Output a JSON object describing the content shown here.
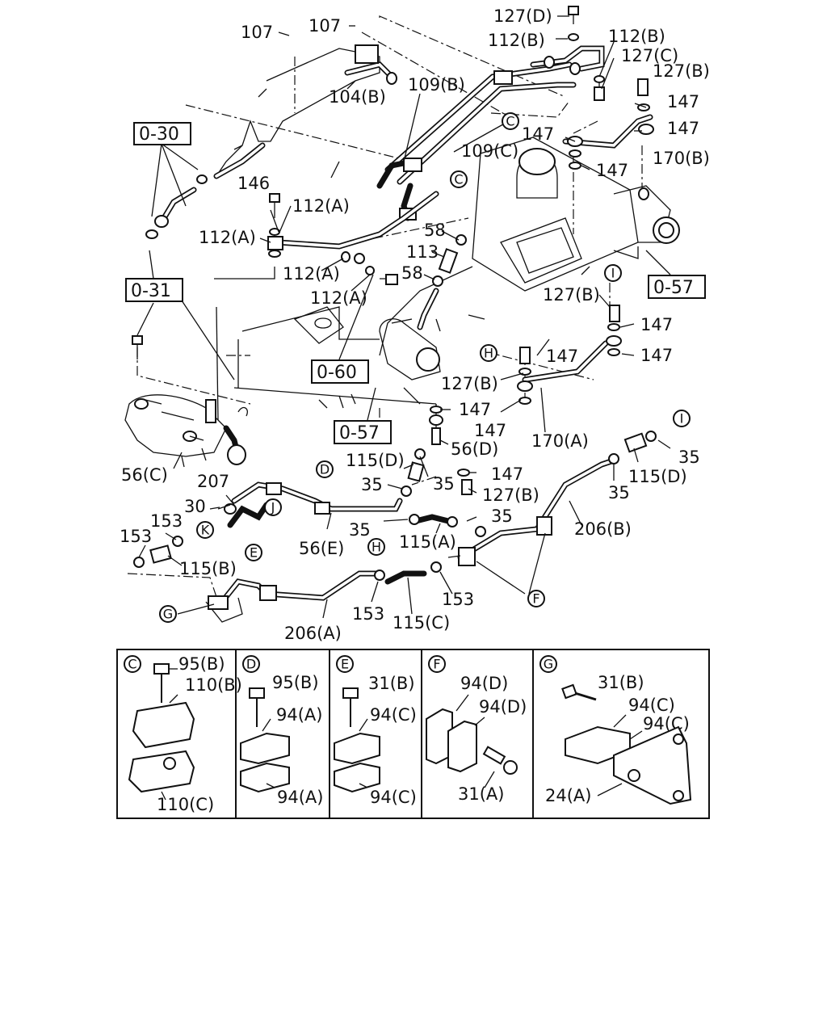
{
  "labels": {
    "l107a": "107",
    "l107b": "107",
    "l127d": "127(D)",
    "l112b_1": "112(B)",
    "l112b_2": "112(B)",
    "l127c": "127(C)",
    "l127b_1": "127(B)",
    "l147_1": "147",
    "l147_2": "147",
    "l147_3": "147",
    "l147_4": "147",
    "l170b": "170(B)",
    "l104b": "104(B)",
    "l109b": "109(B)",
    "l109c": "109(C)",
    "l146": "146",
    "l112a_1": "112(A)",
    "l112a_2": "112(A)",
    "l112a_3": "112(A)",
    "l112a_4": "112(A)",
    "l58_1": "58",
    "l58_2": "58",
    "l113": "113",
    "l127b_2": "127(B)",
    "l147_5": "147",
    "l147_6": "147",
    "l147_7": "147",
    "l127b_3": "127(B)",
    "l147_8": "147",
    "l147_9": "147",
    "l170a": "170(A)",
    "l56d": "56(D)",
    "l56c": "56(C)",
    "l115d_1": "115(D)",
    "l35_1": "35",
    "l35_2": "35",
    "l147_10": "147",
    "l127b_4": "127(B)",
    "l207": "207",
    "l30": "30",
    "l153_1": "153",
    "l153_2": "153",
    "l56e": "56(E)",
    "l35_3": "35",
    "l35_4": "35",
    "l115a": "115(A)",
    "l35_5": "35",
    "l35_6": "35",
    "l115d_2": "115(D)",
    "l206b": "206(B)",
    "l115b": "115(B)",
    "l206a": "206(A)",
    "l153_3": "153",
    "l115c": "115(C)",
    "l153_4": "153"
  },
  "refs": {
    "r030": "0-30",
    "r031": "0-31",
    "r060": "0-60",
    "r057a": "0-57",
    "r057b": "0-57"
  },
  "markers": {
    "C": "C",
    "D": "D",
    "E": "E",
    "F": "F",
    "G": "G",
    "H": "H",
    "I": "I",
    "J": "J",
    "K": "K"
  },
  "detail": {
    "C": {
      "tag": "C",
      "a": "95(B)",
      "b": "110(B)",
      "c": "110(C)"
    },
    "D": {
      "tag": "D",
      "a": "95(B)",
      "b": "94(A)",
      "c": "94(A)"
    },
    "E": {
      "tag": "E",
      "a": "31(B)",
      "b": "94(C)",
      "c": "94(C)"
    },
    "F": {
      "tag": "F",
      "a": "94(D)",
      "b": "94(D)",
      "c": "31(A)"
    },
    "G": {
      "tag": "G",
      "a": "31(B)",
      "b": "94(C)",
      "c": "94(C)",
      "d": "24(A)"
    }
  }
}
